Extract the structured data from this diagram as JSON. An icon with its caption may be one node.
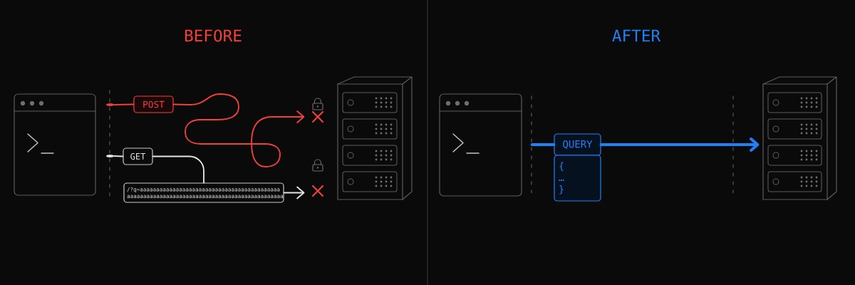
{
  "diagram": {
    "nodes": [
      {
        "text": [],
        "shape": "picture"
      },
      {
        "text": [],
        "shape": "circle"
      },
      {
        "text": [
          "POST"
        ]
      },
      {
        "text": [],
        "shape": "circle"
      },
      {
        "text": [
          "GET"
        ]
      },
      {
        "text": [
          "/?q=aaaaaaaaaaaaaaaaaaaaaaaaaaaaaaaaaaaaaaaaaaa aaaaaaaaaaaaaaaaaaaaaaaaaaaaaaaaaaaaaaaaaaaaaaaa"
        ]
      },
      {
        "text": [],
        "shape": "picture"
      },
      {
        "text": [],
        "shape": "picture"
      },
      {
        "text": [
          "QUERY"
        ]
      },
      {
        "text": [
          "{ … }"
        ]
      },
      {
        "text": [],
        "shape": "picture"
      }
    ],
    "edges": [
      {
        "from": 1,
        "to": 2,
        "arrow": "none",
        "color": "#f0413c"
      },
      {
        "from": 2,
        "to": 6,
        "arrow": "to",
        "color": "#f0413c"
      },
      {
        "from": 3,
        "to": 4,
        "arrow": "none"
      },
      {
        "from": 4,
        "to": 5,
        "arrow": "none"
      },
      {
        "from": 5,
        "to": 6,
        "arrow": "to"
      },
      {
        "from": 7,
        "to": 8,
        "arrow": "none",
        "style": "thick",
        "color": "#2080f5"
      },
      {
        "from": 8,
        "to": 10,
        "arrow": "to",
        "style": "thick",
        "color": "#2080f5"
      }
    ],
    "labels": [
      "BEFORE",
      "AFTER"
    ]
  }
}
